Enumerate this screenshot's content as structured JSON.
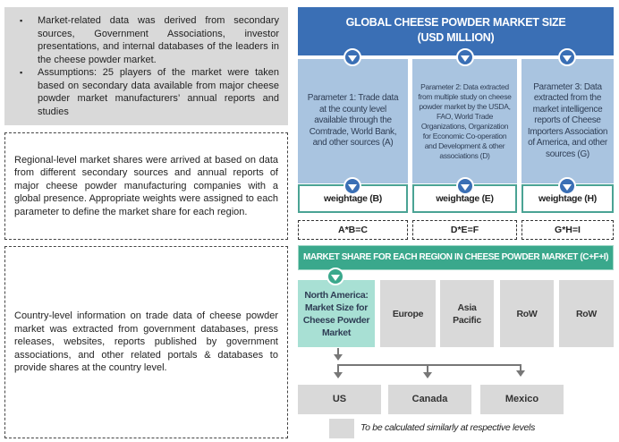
{
  "notes": {
    "bullets": [
      "Market-related data was derived from secondary sources, Government Associations, investor presentations, and internal databases of the leaders in the cheese powder market.",
      "Assumptions: 25 players of the market were taken based on secondary data available from major cheese powder market manufacturers’ annual reports and studies"
    ],
    "regional": "Regional-level market shares were arrived at based on data from different secondary sources and annual reports of major cheese powder manufacturing companies with a global presence. Appropriate weights were assigned to each parameter to define the market share for each region.",
    "country": "Country-level information on trade data of cheese powder market was extracted from government databases, press releases, websites, reports published by government associations, and other related portals & databases to provide shares at the country level."
  },
  "header": {
    "line1": "GLOBAL CHEESE POWDER MARKET SIZE",
    "line2": "(USD MILLION)"
  },
  "parameters": [
    {
      "text": "Parameter 1: Trade data at the county level available through the Comtrade, World Bank, and other sources (A)",
      "weight": "weightage (B)",
      "formula": "A*B=C"
    },
    {
      "text": "Parameter 2: Data extracted from multiple study on cheese powder market by the USDA, FAO, World Trade Organizations, Organization for Economic Co-operation and Development & other associations (D)",
      "weight": "weightage (E)",
      "formula": "D*E=F"
    },
    {
      "text": "Parameter 3: Data extracted from the market intelligence reports of Cheese Importers Association of America, and other sources (G)",
      "weight": "weightage (H)",
      "formula": "G*H=I"
    }
  ],
  "market_share_title": "MARKET SHARE FOR EACH REGION IN CHEESE POWDER MARKET (C+F+I)",
  "regions": [
    "North America: Market Size for Cheese Powder Market",
    "Europe",
    "Asia Pacific",
    "RoW",
    "RoW"
  ],
  "countries": [
    "US",
    "Canada",
    "Mexico"
  ],
  "legend": "To be calculated similarly at respective levels",
  "colors": {
    "header": "#3a6fb5",
    "param": "#a9c4e0",
    "green": "#3aa88c",
    "na": "#a8e0d4",
    "gray": "#d9d9d9"
  }
}
